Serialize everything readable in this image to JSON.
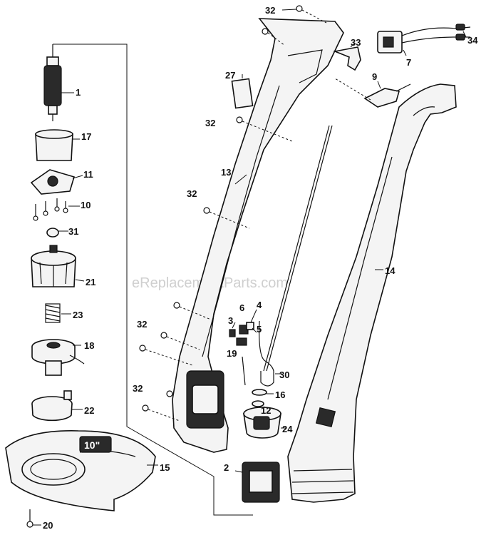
{
  "watermark": "eReplacementParts.com",
  "callouts": {
    "p1": "1",
    "p2": "2",
    "p3": "3",
    "p4": "4",
    "p5": "5",
    "p6": "6",
    "p7": "7",
    "p9": "9",
    "p10": "10",
    "p11": "11",
    "p12": "12",
    "p13": "13",
    "p14": "14",
    "p15": "15",
    "p16": "16",
    "p17": "17",
    "p18": "18",
    "p19": "19",
    "p20": "20",
    "p21": "21",
    "p22": "22",
    "p23": "23",
    "p24": "24",
    "p27": "27",
    "p30": "30",
    "p31": "31",
    "p33": "33",
    "p34": "34",
    "p32a": "32",
    "p32b": "32",
    "p32c": "32",
    "p32d": "32",
    "p32e": "32"
  },
  "guard_marking": "10\""
}
